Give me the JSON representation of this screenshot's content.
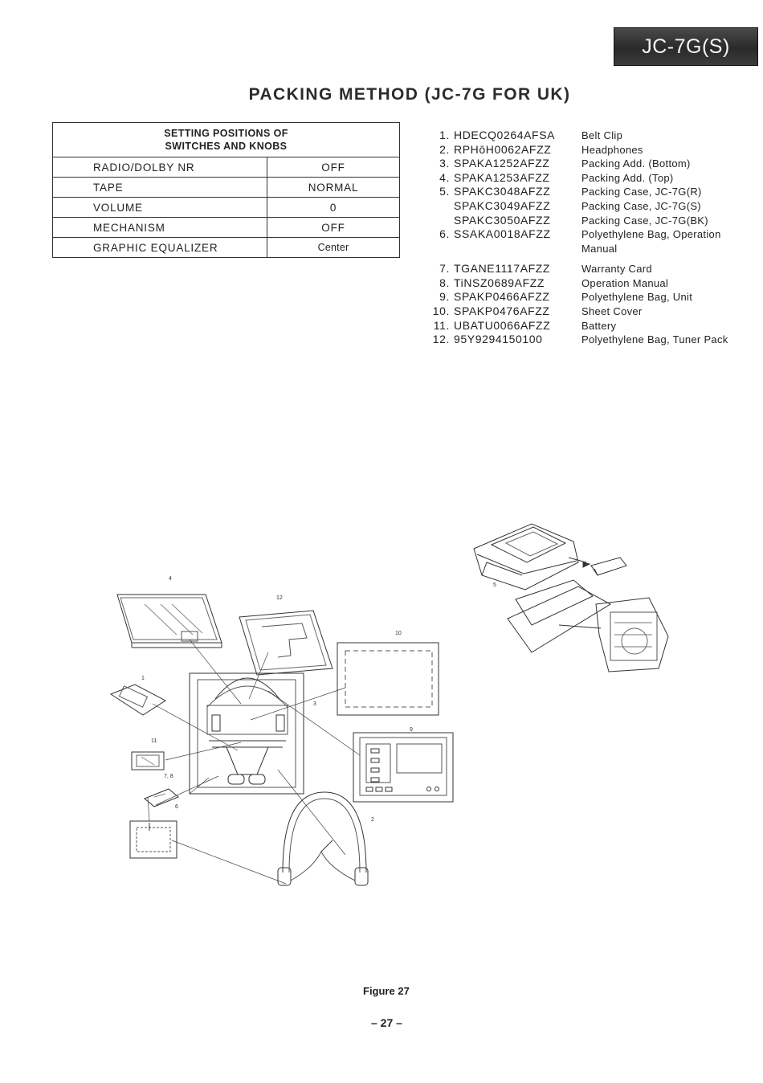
{
  "header": {
    "model": "JC-7G(S)"
  },
  "title": "PACKING METHOD (JC-7G FOR UK)",
  "settings_table": {
    "heading_line1": "SETTING POSITIONS OF",
    "heading_line2": "SWITCHES AND KNOBS",
    "rows": [
      {
        "switch": "RADIO/DOLBY NR",
        "position": "OFF"
      },
      {
        "switch": "TAPE",
        "position": "NORMAL"
      },
      {
        "switch": "VOLUME",
        "position": "0"
      },
      {
        "switch": "MECHANISM",
        "position": "OFF"
      },
      {
        "switch": "GRAPHIC EQUALIZER",
        "position": "Center"
      }
    ]
  },
  "parts": [
    {
      "num": "1.",
      "code": "HDECQ0264AFSA",
      "desc": "Belt Clip"
    },
    {
      "num": "2.",
      "code": "RPHōH0062AFZZ",
      "desc": "Headphones"
    },
    {
      "num": "3.",
      "code": "SPAKA1252AFZZ",
      "desc": "Packing Add. (Bottom)"
    },
    {
      "num": "4.",
      "code": "SPAKA1253AFZZ",
      "desc": "Packing Add. (Top)"
    },
    {
      "num": "5.",
      "code": "SPAKC3048AFZZ",
      "desc": "Packing Case, JC-7G(R)"
    },
    {
      "num": "",
      "code": "SPAKC3049AFZZ",
      "desc": "Packing Case, JC-7G(S)"
    },
    {
      "num": "",
      "code": "SPAKC3050AFZZ",
      "desc": "Packing Case, JC-7G(BK)"
    },
    {
      "num": "6.",
      "code": "SSAKA0018AFZZ",
      "desc": "Polyethylene Bag, Operation",
      "desc2": "Manual"
    },
    {
      "num": "7.",
      "code": "TGANE1117AFZZ",
      "desc": "Warranty Card"
    },
    {
      "num": "8.",
      "code": "TiNSZ0689AFZZ",
      "desc": "Operation Manual"
    },
    {
      "num": "9.",
      "code": "SPAKP0466AFZZ",
      "desc": "Polyethylene Bag, Unit"
    },
    {
      "num": "10.",
      "code": "SPAKP0476AFZZ",
      "desc": "Sheet Cover"
    },
    {
      "num": "11.",
      "code": "UBATU0066AFZZ",
      "desc": "Battery"
    },
    {
      "num": "12.",
      "code": "95Y9294150100",
      "desc": "Polyethylene Bag, Tuner Pack"
    }
  ],
  "figure": {
    "callouts": [
      "1",
      "2",
      "3",
      "4",
      "5",
      "6",
      "7, 8",
      "9",
      "10",
      "11",
      "12"
    ],
    "caption": "Figure 27"
  },
  "footer": {
    "page": "– 27 –"
  }
}
